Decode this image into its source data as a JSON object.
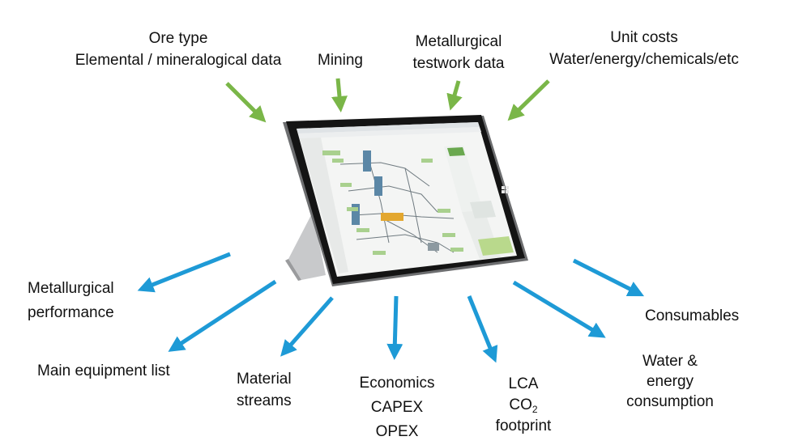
{
  "colors": {
    "input_arrow": "#7ab648",
    "output_arrow": "#1e9ad6"
  },
  "inputs": {
    "ore_type": [
      "Ore type",
      "Elemental / mineralogical data"
    ],
    "mining": "Mining",
    "testwork": [
      "Metallurgical",
      "testwork data"
    ],
    "unit_costs": [
      "Unit costs",
      "Water/energy/chemicals/etc"
    ]
  },
  "outputs": {
    "metallurgical_performance": [
      "Metallurgical",
      "performance"
    ],
    "main_equipment": "Main equipment list",
    "material_streams": [
      "Material",
      "streams"
    ],
    "economics": [
      "Economics",
      "CAPEX",
      "OPEX"
    ],
    "lca": {
      "line1": "LCA",
      "co2_main": "CO",
      "co2_sub": "2",
      "line3": "footprint"
    },
    "consumables": "Consumables",
    "water_energy": [
      "Water &",
      "energy",
      "consumption"
    ]
  },
  "icons": {
    "device": "tablet-icon"
  }
}
